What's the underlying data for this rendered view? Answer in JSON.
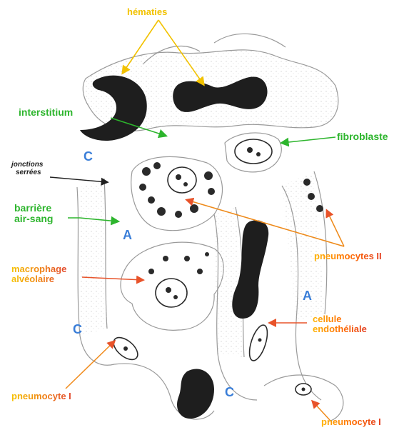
{
  "labels": {
    "hematies": "hématies",
    "interstitium": "interstitium",
    "fibroblaste": "fibroblaste",
    "jonctions_line1": "jonctions",
    "jonctions_line2": "serrées",
    "barriere_line1": "barrière",
    "barriere_line2": "air-sang",
    "pneumocytes_ii": "pneumocytes II",
    "macrophage_line1": "macrophage",
    "macrophage_line2": "alvéolaire",
    "cellule_line1": "cellule",
    "cellule_line2": "endothéliale",
    "pneumocyte_i_left": "pneumocyte I",
    "pneumocyte_i_right": "pneumocyte I"
  },
  "space_markers": {
    "c_top": "C",
    "c_left": "C",
    "c_bottom": "C",
    "a_left": "A",
    "a_right": "A"
  },
  "colors": {
    "yellow": "#f2c200",
    "green": "#2db52d",
    "red": "#e8532a",
    "blue": "#3a7ed8",
    "cell_fill": "#1e1e1e",
    "outline": "#9a9a9a"
  }
}
